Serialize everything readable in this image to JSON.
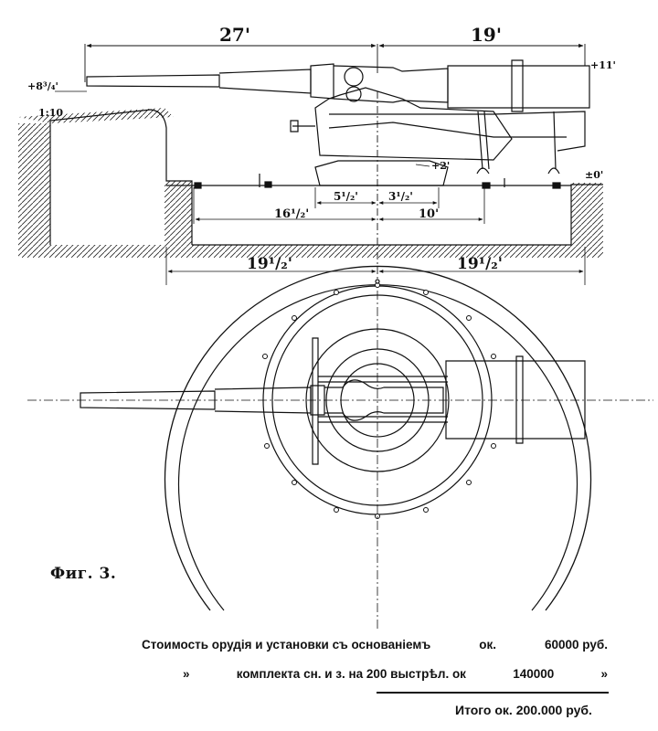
{
  "figure_label": "Фиг. 3.",
  "dimensions": {
    "top_left": "27'",
    "top_right": "19'",
    "elev_muzzle": "+8³/₄'",
    "elev_breech": "+11'",
    "slope": "1:10",
    "elev_base": "+2'",
    "elev_ground": "±0'",
    "span_left_small": "5¹/₂'",
    "span_right_small": "3¹/₂'",
    "span_left_mid": "16¹/₂'",
    "span_right_mid": "10'",
    "span_left_big": "19¹/₂'",
    "span_right_big": "19¹/₂'"
  },
  "cost": {
    "line1_text": "Стоимость орудія и установки съ основаніемъ",
    "line1_approx": "ок.",
    "line1_amount": "60000 руб.",
    "line2_ditto": "»",
    "line2_text": "комплекта сн. и з. на 200 выстрѣл. ок",
    "line2_amount": "140000",
    "line2_ditto_end": "»",
    "total": "Итого ок. 200.000 руб."
  }
}
